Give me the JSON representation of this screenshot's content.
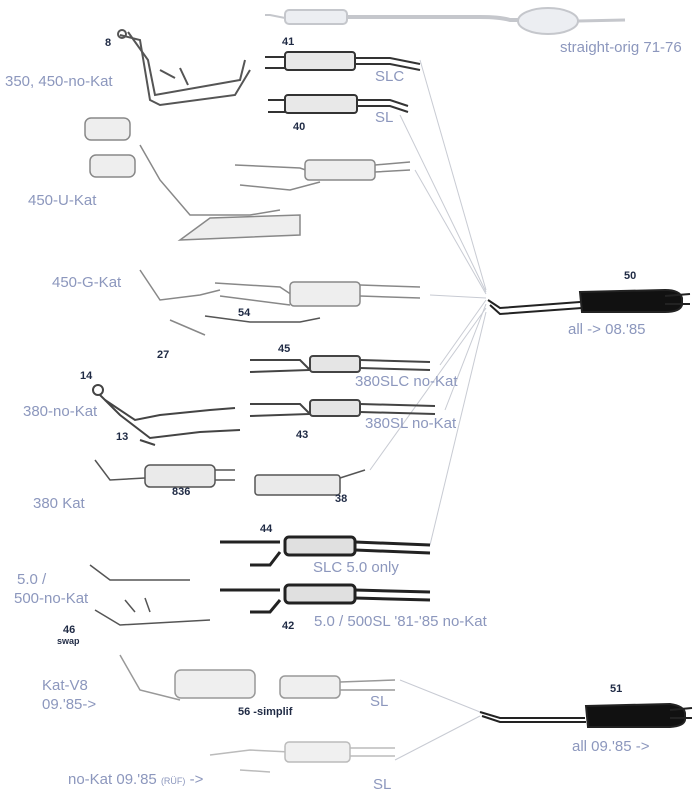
{
  "labels": {
    "straight_orig": "straight-orig 71-76",
    "k350_450": "350, 450-no-Kat",
    "slc": "SLC",
    "sl": "SL",
    "k450u": "450-U-Kat",
    "k450g": "450-G-Kat",
    "all_0885": "all -> 08.'85",
    "k380slc": "380SLC no-Kat",
    "k380sl": "380SL no-Kat",
    "k380nokat": "380-no-Kat",
    "k380kat": "380 Kat",
    "slc50": "SLC 5.0 only",
    "k50_a": "5.0 /",
    "k50_b": "500-no-Kat",
    "k50sl": "5.0 / 500SL '81-'85 no-Kat",
    "katv8_a": "Kat-V8",
    "katv8_b": "09.'85->",
    "sl_kat": "SL",
    "all_0985": "all 09.'85 ->",
    "nokat85_pre": "no-Kat 09.'85",
    "nokat85_small": "(RÜF)",
    "nokat85_post": "->",
    "sl_bottom": "SL"
  },
  "parts": {
    "p8": "8",
    "p41": "41",
    "p40": "40",
    "p50": "50",
    "p54": "54",
    "p27": "27",
    "p14": "14",
    "p45": "45",
    "p13": "13",
    "p43": "43",
    "p836": "836",
    "p38": "38",
    "p44": "44",
    "p46": "46",
    "p46s": "swap",
    "p42": "42",
    "p51": "51",
    "p56": "56 -simplif"
  }
}
